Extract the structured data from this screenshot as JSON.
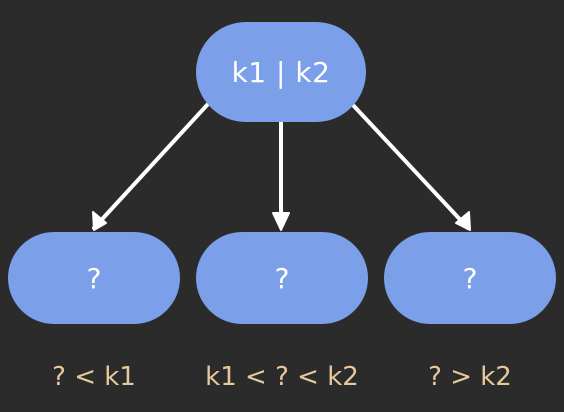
{
  "root": {
    "label": "k1 | k2"
  },
  "children": [
    {
      "label": "?",
      "condition": "? < k1"
    },
    {
      "label": "?",
      "condition": "k1 < ? < k2"
    },
    {
      "label": "?",
      "condition": "? > k2"
    }
  ],
  "colors": {
    "background": "#2b2b2b",
    "node_fill": "#7b9fe8",
    "node_text": "#ffffff",
    "edge": "#ffffff",
    "condition_text": "#e6c89a"
  }
}
